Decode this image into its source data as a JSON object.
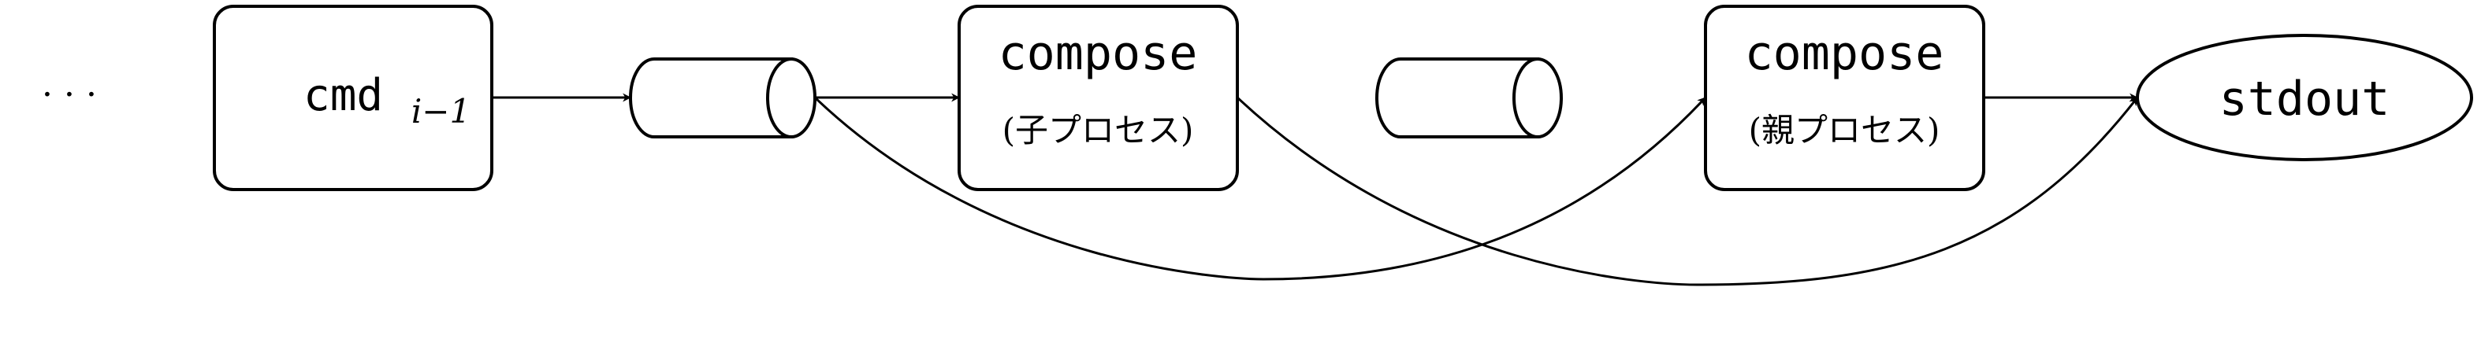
{
  "leading_ellipsis": "· · ·",
  "nodes": {
    "cmd_prev": {
      "label": "cmd",
      "subscript": "i−1"
    },
    "child": {
      "label": "compose",
      "note": "(子プロセス)"
    },
    "parent": {
      "label": "compose",
      "note": "(親プロセス)"
    },
    "stdout": {
      "label": "stdout"
    }
  },
  "pipes": [
    "pipe-a",
    "pipe-b"
  ]
}
